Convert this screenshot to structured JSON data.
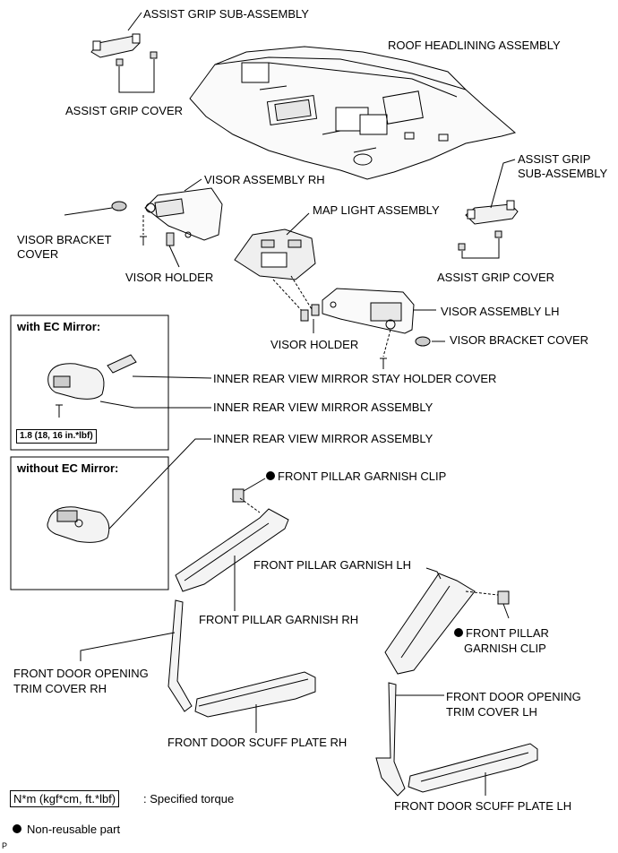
{
  "labels": {
    "assist_grip_sub_top": "ASSIST GRIP SUB-ASSEMBLY",
    "roof_headlining": "ROOF HEADLINING ASSEMBLY",
    "assist_grip_cover_top": "ASSIST GRIP COVER",
    "visor_assembly_rh": "VISOR ASSEMBLY RH",
    "assist_grip_sub_right_1": "ASSIST GRIP",
    "assist_grip_sub_right_2": "SUB-ASSEMBLY",
    "map_light": "MAP LIGHT ASSEMBLY",
    "visor_bracket_cover_left_1": "VISOR BRACKET",
    "visor_bracket_cover_left_2": "COVER",
    "visor_holder_rh": "VISOR HOLDER",
    "assist_grip_cover_right": "ASSIST GRIP COVER",
    "visor_assembly_lh": "VISOR ASSEMBLY LH",
    "visor_holder_lh": "VISOR HOLDER",
    "visor_bracket_cover_right": "VISOR BRACKET COVER",
    "inner_mirror_stay_holder_cover": "INNER REAR VIEW MIRROR STAY HOLDER COVER",
    "inner_mirror_assembly_1": "INNER REAR VIEW MIRROR ASSEMBLY",
    "inner_mirror_assembly_2": "INNER REAR VIEW MIRROR ASSEMBLY",
    "front_pillar_clip_rh": "FRONT PILLAR GARNISH CLIP",
    "front_pillar_garnish_lh": "FRONT PILLAR GARNISH LH",
    "front_pillar_garnish_rh": "FRONT PILLAR GARNISH RH",
    "front_pillar_clip_lh_1": "FRONT PILLAR",
    "front_pillar_clip_lh_2": "GARNISH CLIP",
    "door_opening_trim_rh_1": "FRONT DOOR OPENING",
    "door_opening_trim_rh_2": "TRIM COVER RH",
    "door_opening_trim_lh_1": "FRONT DOOR OPENING",
    "door_opening_trim_lh_2": "TRIM COVER LH",
    "scuff_plate_rh": "FRONT DOOR SCUFF PLATE RH",
    "scuff_plate_lh": "FRONT DOOR SCUFF PLATE LH"
  },
  "boxes": {
    "with_ec_title": "with EC Mirror:",
    "with_ec_torque": "1.8 (18, 16 in.*lbf)",
    "without_ec_title": "without EC Mirror:"
  },
  "legend": {
    "torque_box": "N*m (kgf*cm, ft.*lbf)",
    "torque_text": ": Specified torque",
    "non_reusable": "Non-reusable part"
  },
  "footer_code": "P"
}
